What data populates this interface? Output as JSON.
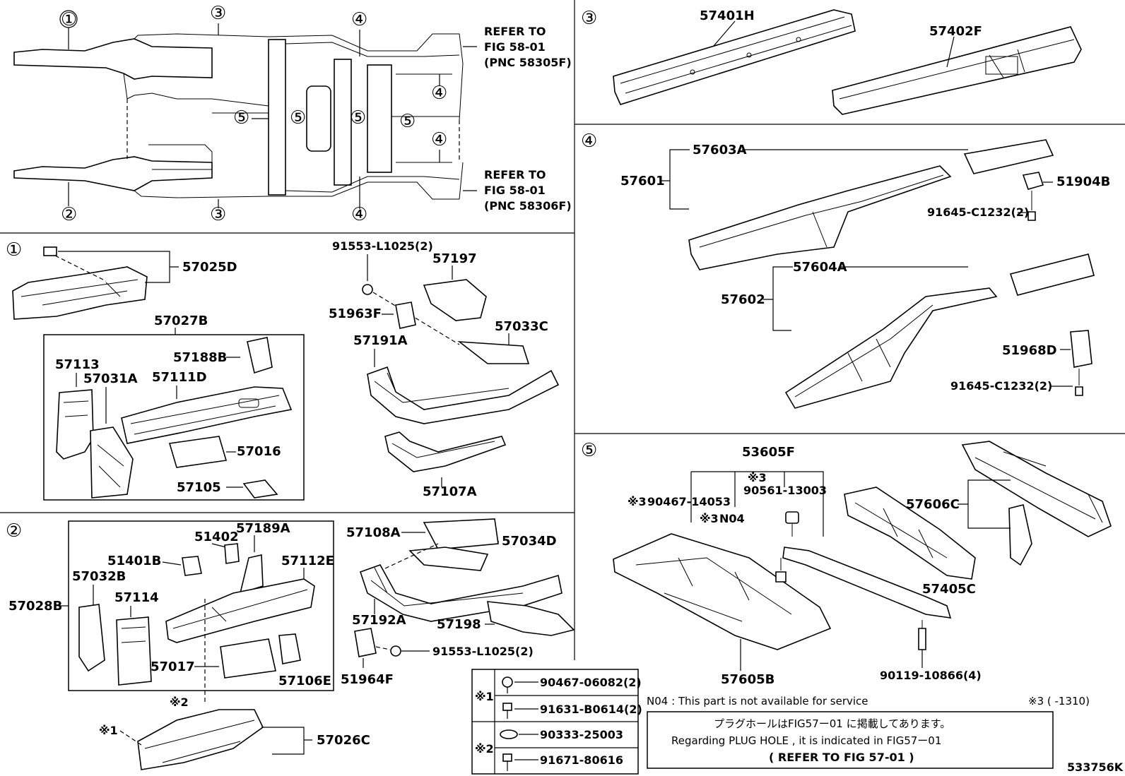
{
  "sections": [
    {
      "id": "1",
      "mark": "①"
    },
    {
      "id": "2",
      "mark": "②"
    },
    {
      "id": "3",
      "mark": "③"
    },
    {
      "id": "4",
      "mark": "④"
    },
    {
      "id": "5",
      "mark": "⑤"
    }
  ],
  "overview": {
    "refer_front": {
      "line1": "REFER TO",
      "line2": "FIG 58-01",
      "line3": "(PNC 58305F)"
    },
    "refer_rear": {
      "line1": "REFER TO",
      "line2": "FIG 58-01",
      "line3": "(PNC 58306F)"
    }
  },
  "parts": {
    "p57401H": "57401H",
    "p57402F": "57402F",
    "p57603A": "57603A",
    "p57601": "57601",
    "p51904B": "51904B",
    "p91645a": "91645-C1232(2)",
    "p57604A": "57604A",
    "p57602": "57602",
    "p51968D": "51968D",
    "p91645b": "91645-C1232(2)",
    "p57025D": "57025D",
    "p57027B": "57027B",
    "p57113": "57113",
    "p57031A": "57031A",
    "p57188B": "57188B",
    "p57111D": "57111D",
    "p57016": "57016",
    "p57105": "57105",
    "p91553a": "91553-L1025(2)",
    "p57197": "57197",
    "p51963F": "51963F",
    "p57033C": "57033C",
    "p57191A": "57191A",
    "p57107A": "57107A",
    "p51402": "51402",
    "p57189A": "57189A",
    "p51401B": "51401B",
    "p57112E": "57112E",
    "p57032B": "57032B",
    "p57114": "57114",
    "p57028B": "57028B",
    "p57017": "57017",
    "p57106E": "57106E",
    "p57026C": "57026C",
    "p57108A": "57108A",
    "p57034D": "57034D",
    "p57192A": "57192A",
    "p57198": "57198",
    "p91553b": "91553-L1025(2)",
    "p51964F": "51964F",
    "p53605F": "53605F",
    "p90467_14053": "90467-14053",
    "p90561": "90561-13003",
    "pN04": "N04",
    "p57606C": "57606C",
    "p57405C": "57405C",
    "p57605B": "57605B",
    "p90119": "90119-10866(4)"
  },
  "marks": {
    "x1": "※1",
    "x2": "※2",
    "x3": "※3"
  },
  "legend": {
    "rows": [
      {
        "mark": "※1",
        "part": "90467-06082(2)"
      },
      {
        "mark": "※1",
        "part": "91631-B0614(2)"
      },
      {
        "mark": "※2",
        "part": "90333-25003"
      },
      {
        "mark": "※2",
        "part": "91671-80616"
      }
    ]
  },
  "notes": {
    "n04": "N04 : This part is not available for service",
    "x3_range": "※3 (      -1310)",
    "jp": "プラグホールはFIG57ー01 に掲載してあります。",
    "en": "Regarding PLUG HOLE , it is indicated in FIG57ー01",
    "refer": "(    REFER TO FIG 57-01     )"
  },
  "figure_id": "533756K"
}
